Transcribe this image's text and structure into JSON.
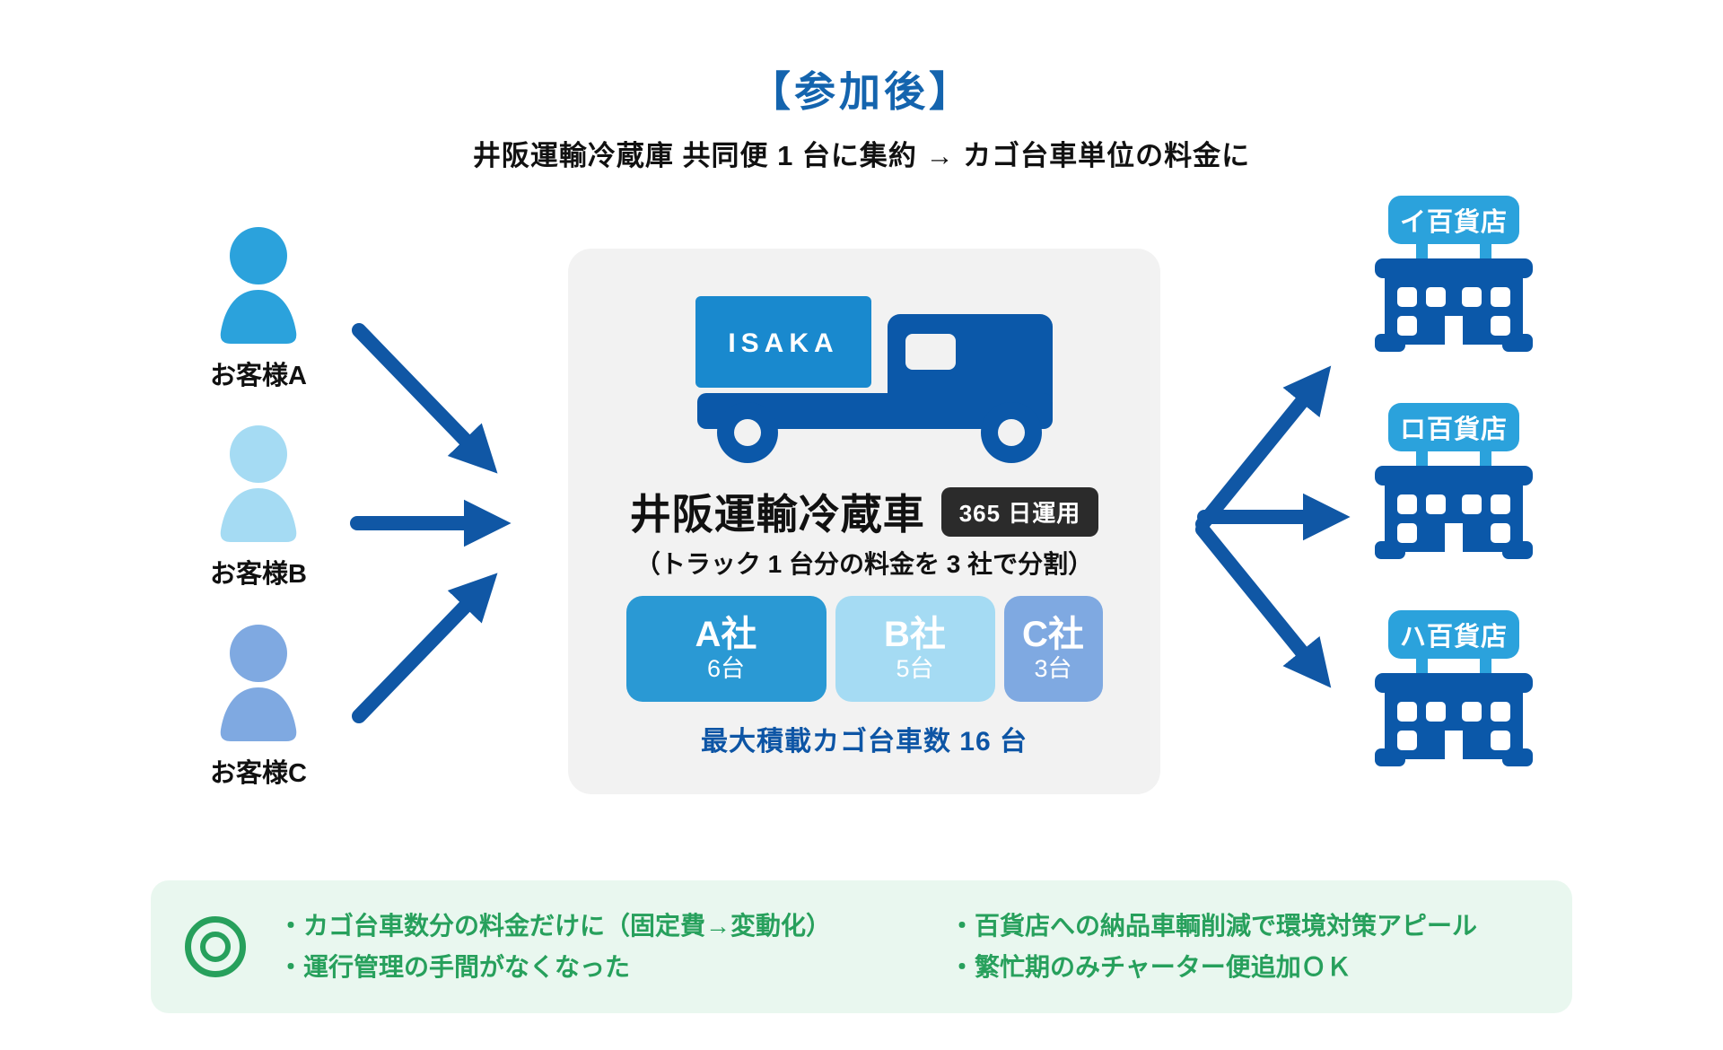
{
  "header": {
    "title": "【参加後】",
    "subtitle": "井阪運輸冷蔵庫 共同便 1 台に集約 → カゴ台車単位の料金に"
  },
  "customers": [
    {
      "label": "お客様A",
      "color": "#2BA2DC"
    },
    {
      "label": "お客様B",
      "color": "#A5DBF3"
    },
    {
      "label": "お客様C",
      "color": "#7FA9E1"
    }
  ],
  "truck": {
    "logo": "ISAKA"
  },
  "hub": {
    "name": "井阪運輸冷蔵車",
    "badge": "365 日運用",
    "note": "（トラック 1 台分の料金を 3 社で分割）",
    "companies": [
      {
        "name": "A社",
        "count": "6台",
        "color": "#2A99D4"
      },
      {
        "name": "B社",
        "count": "5台",
        "color": "#A5DBF3"
      },
      {
        "name": "C社",
        "count": "3台",
        "color": "#7FA9E1"
      }
    ],
    "capacity": "最大積載カゴ台車数 16 台"
  },
  "stores": [
    {
      "label": "イ百貨店"
    },
    {
      "label": "ロ百貨店"
    },
    {
      "label": "ハ百貨店"
    }
  ],
  "benefits": {
    "items_left": [
      "・カゴ台車数分の料金だけに（固定費→変動化）",
      "・運行管理の手間がなくなった"
    ],
    "items_right": [
      "・百貨店への納品車輌削減で環境対策アピール",
      "・繁忙期のみチャーター便追加ＯＫ"
    ]
  },
  "icons": {
    "customer": "person-icon",
    "hub_vehicle": "truck-icon",
    "store": "department-store-building-icon",
    "flow": "arrow-icon",
    "benefit": "double-circle-icon"
  },
  "colors": {
    "title_blue": "#1464AE",
    "bright_blue": "#2BA2DC",
    "light_blue": "#A5DBF3",
    "periwinkle_blue": "#7FA9E1",
    "navy": "#0B58A9",
    "arrow_blue": "#1057A5",
    "isaka_box_blue": "#1989CE",
    "company_a_blue": "#2A99D4",
    "badge_dark": "#2B2B2B",
    "panel_gray": "#F2F2F2",
    "capacity_navy": "#0D55A5",
    "benefit_green": "#27A05C",
    "benefit_bg_green": "#E9F7EF"
  }
}
